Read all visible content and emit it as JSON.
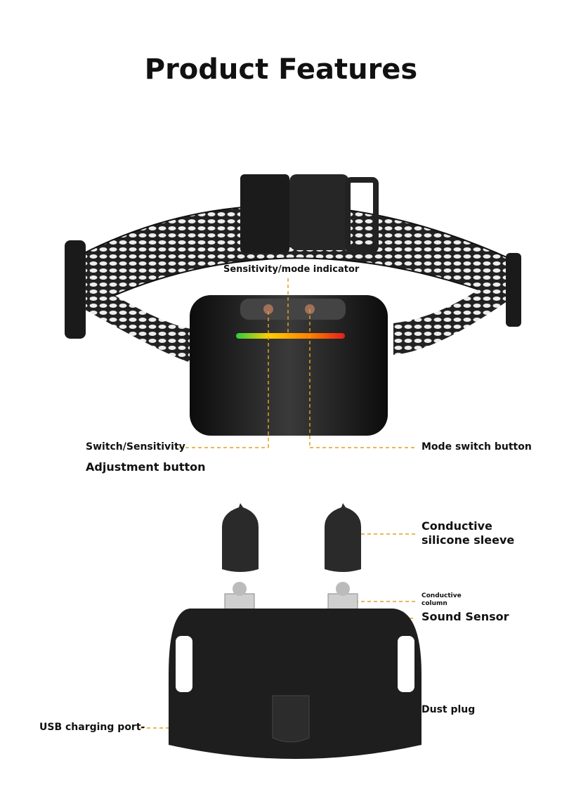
{
  "title": "Product Features",
  "colors": {
    "accent_line": "#e0a020",
    "product": "#1c1c1c"
  },
  "labels": {
    "indicator": "Sensitivity/mode indicator",
    "switch_line1": "Switch/Sensitivity",
    "switch_line2": "Adjustment button",
    "mode_switch": "Mode switch button",
    "sleeve_line1": "Conductive",
    "sleeve_line2": "silicone sleeve",
    "column_line1": "Conductive",
    "column_line2": "column",
    "sound_sensor": "Sound Sensor",
    "dust_plug": "Dust plug",
    "usb_port": "USB charging port-"
  }
}
